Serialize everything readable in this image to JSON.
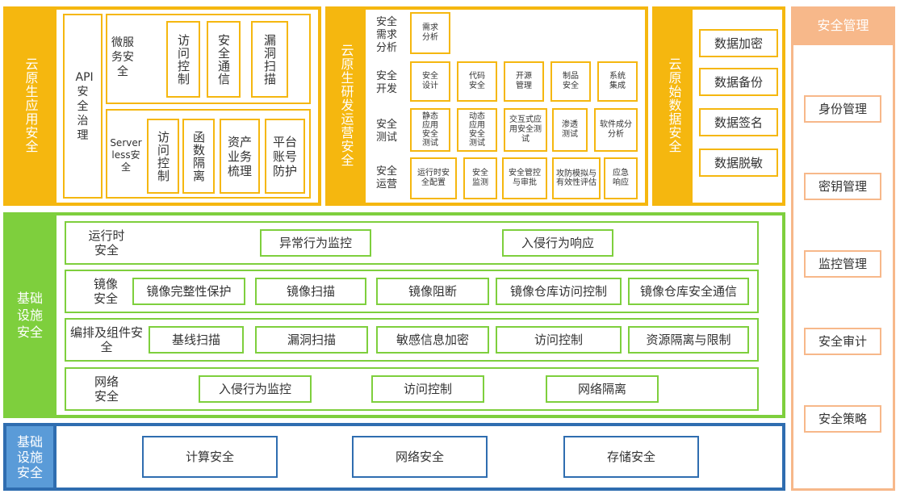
{
  "cloud_native_app_security": {
    "title": "云原生应用安全",
    "api": "API安全治理",
    "microservice_label": "微服务安全",
    "microservice_items": [
      "访问控制",
      "安全通信",
      "漏洞扫描"
    ],
    "serverless_label": "Serverless安全",
    "serverless_items": [
      "访问控制",
      "函数隔离",
      "资产业务梳理",
      "平台账号防护"
    ]
  },
  "devops_security": {
    "title": "云原生研发运营安全",
    "rows": [
      {
        "label": "安全需求分析",
        "items": [
          "需求分析"
        ]
      },
      {
        "label": "安全开发",
        "items": [
          "安全设计",
          "代码安全",
          "开源管理",
          "制品安全",
          "系统集成"
        ]
      },
      {
        "label": "安全测试",
        "items": [
          "静态应用安全测试",
          "动态应用安全测试",
          "交互式应用安全测试",
          "渗透测试",
          "软件成分分析"
        ]
      },
      {
        "label": "安全运营",
        "items": [
          "运行时安全配置",
          "安全监测",
          "安全管控与审批",
          "攻防模拟与有效性评估",
          "应急响应"
        ]
      }
    ]
  },
  "data_security": {
    "title": "云原始数据安全",
    "items": [
      "数据加密",
      "数据备份",
      "数据签名",
      "数据脱敏"
    ]
  },
  "infra_security": {
    "title": "基础设施安全",
    "rows": [
      {
        "label": "运行时安全",
        "items": [
          "异常行为监控",
          "入侵行为响应"
        ]
      },
      {
        "label": "镜像安全",
        "items": [
          "镜像完整性保护",
          "镜像扫描",
          "镜像阻断",
          "镜像仓库访问控制",
          "镜像仓库安全通信"
        ]
      },
      {
        "label": "编排及组件安全",
        "items": [
          "基线扫描",
          "漏洞扫描",
          "敏感信息加密",
          "访问控制",
          "资源隔离与限制"
        ]
      },
      {
        "label": "网络安全",
        "items": [
          "入侵行为监控",
          "访问控制",
          "网络隔离"
        ]
      }
    ]
  },
  "base_security": {
    "title": "基础设施安全",
    "items": [
      "计算安全",
      "网络安全",
      "存储安全"
    ]
  },
  "security_management": {
    "title": "安全管理",
    "items": [
      "身份管理",
      "密钥管理",
      "监控管理",
      "安全审计",
      "安全策略"
    ]
  },
  "colors": {
    "orange": "#f5b70f",
    "green": "#7ecf3d",
    "blue": "#2f6db0",
    "mgmt": "#f7b88a"
  }
}
